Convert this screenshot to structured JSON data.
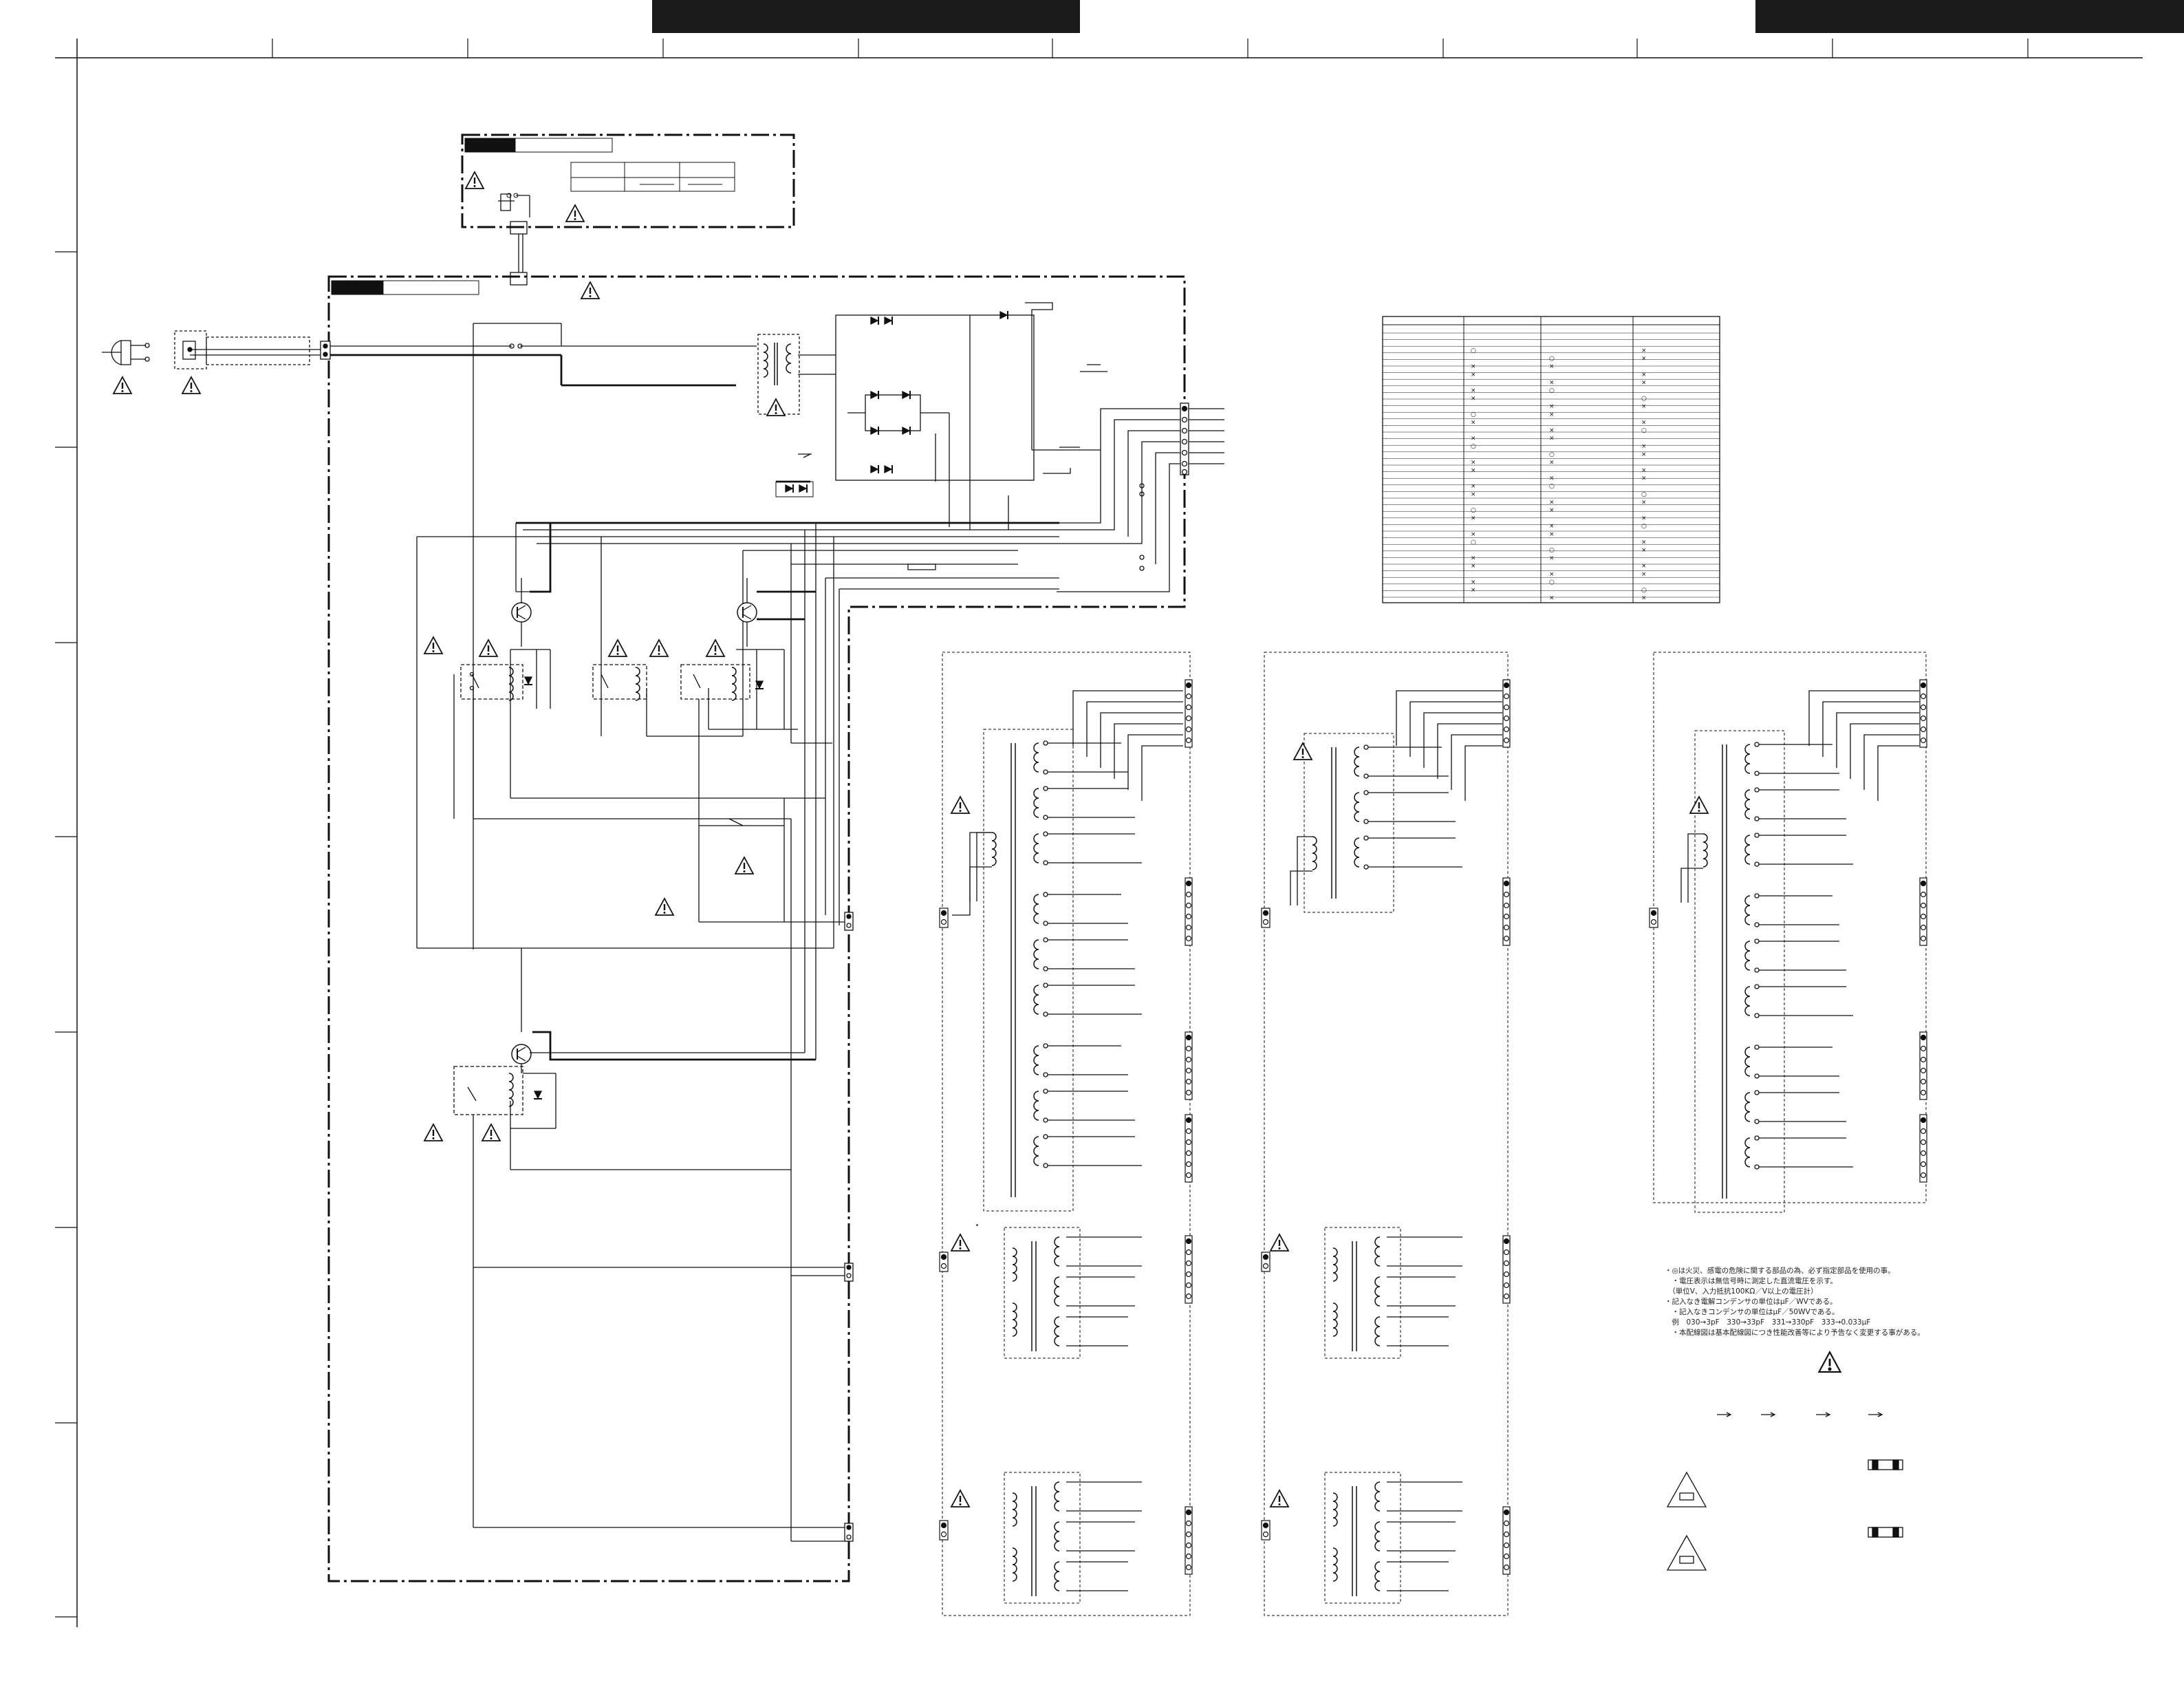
{
  "page": {
    "header_bars": [
      "",
      ""
    ]
  },
  "notes": {
    "line1": "・◎は火災、感電の危険に関する部品の為、必ず指定部品を使用の事。",
    "line2": "　・電圧表示は無信号時に測定した直流電圧を示す。",
    "line3": "　（単位V、入力抵抗100KΩ／V以上の電圧計）",
    "line4": "・記入なき電解コンデンサの単位はμF／WVである。",
    "line5": "　・記入なきコンデンサの単位はμF／50WVである。",
    "line6": "　例　030→3pF　330→33pF　331→330pF　333→0.033μF",
    "line7": "　・本配線図は基本配線図につき性能改善等により予告なく変更する事がある。"
  },
  "icons": {
    "warning": "warning-triangle-icon",
    "ac_plug": "ac-plug-icon",
    "fuse": "fuse-icon"
  }
}
